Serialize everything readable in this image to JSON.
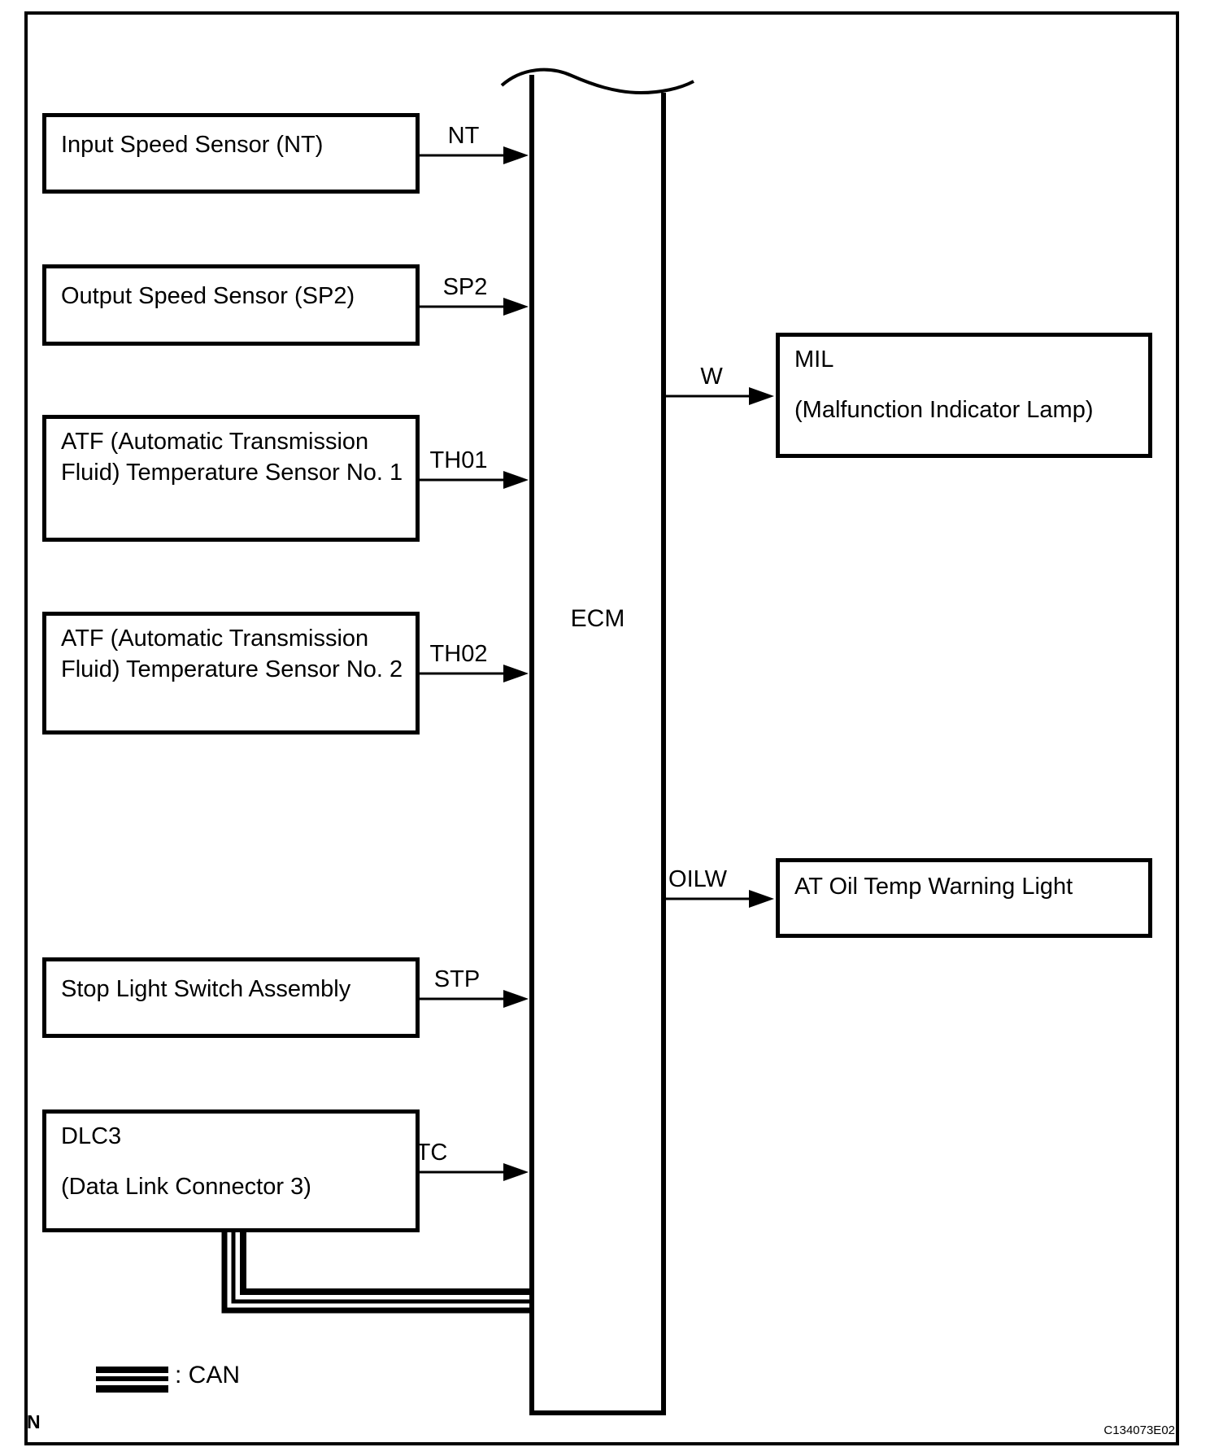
{
  "diagram": {
    "title": "ECM wiring block diagram",
    "colors": {
      "ink": "#000000",
      "paper": "#ffffff"
    },
    "ecm_label": "ECM",
    "inputs": [
      {
        "id": "input-speed-sensor",
        "label": "Input Speed Sensor (NT)",
        "signal": "NT"
      },
      {
        "id": "output-speed-sensor",
        "label": "Output Speed Sensor (SP2)",
        "signal": "SP2"
      },
      {
        "id": "atf-temp-sensor-1",
        "label": "ATF (Automatic Transmission Fluid) Temperature Sensor No. 1",
        "signal": "TH01"
      },
      {
        "id": "atf-temp-sensor-2",
        "label": "ATF (Automatic Transmission Fluid) Temperature Sensor No. 2",
        "signal": "TH02"
      },
      {
        "id": "stop-light-switch",
        "label": "Stop Light Switch Assembly",
        "signal": "STP"
      },
      {
        "id": "dlc3",
        "label": "DLC3",
        "sublabel": "(Data Link Connector 3)",
        "signal": "TC"
      }
    ],
    "outputs": [
      {
        "id": "mil",
        "label": "MIL",
        "sublabel": "(Malfunction Indicator Lamp)",
        "signal": "W"
      },
      {
        "id": "at-oil-temp-warning-light",
        "label": "AT Oil Temp Warning Light",
        "signal": "OILW"
      }
    ],
    "legend": {
      "symbol": "can-triple-line",
      "label": ": CAN"
    },
    "page_marker": "N",
    "figure_code": "C134073E02"
  }
}
